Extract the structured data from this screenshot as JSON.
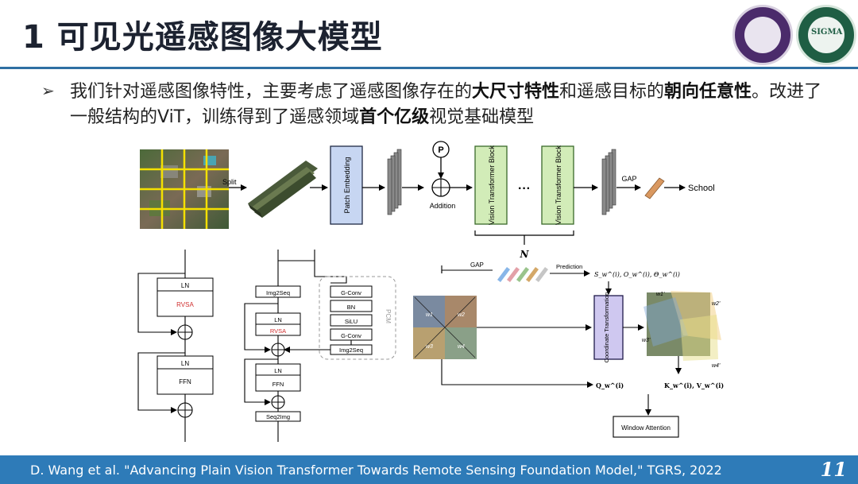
{
  "slide": {
    "title": "1 可见光遥感图像大模型",
    "bullet": "➢",
    "desc_parts": [
      "我们针对遥感图像特性，主要考虑了遥感图像存在的",
      "大尺寸特性",
      "和遥感目标的",
      "朝向任意性",
      "。改进了一般结构的ViT，训练得到了遥感领域",
      "首个亿级",
      "视觉基础模型"
    ],
    "logo2_text": "SIGMA",
    "citation": "D. Wang et al. \"Advancing Plain Vision Transformer Towards Remote Sensing Foundation Model,\" TGRS, 2022",
    "page_number": "11"
  },
  "diagram": {
    "split": "Split",
    "patch_embedding": "Patch Embedding",
    "p_token": "P",
    "addition": "Addition",
    "vit_block": "Vision Transformer Block",
    "ellipsis": "···",
    "gap": "GAP",
    "output_label": "School",
    "n_label": "N",
    "ln": "LN",
    "rvsa": "RVSA",
    "ffn": "FFN",
    "img2seq": "Img2Seq",
    "seq2img": "Seq2Img",
    "pcm": "PCM",
    "gconv": "G-Conv",
    "bn": "BN",
    "silu": "SiLU",
    "gap2": "GAP",
    "prediction": "Prediction",
    "pred_vars": "S_w^(i), O_w^(i), Θ_w^(i)",
    "coord_transform": "Coordinate Transformation",
    "q_label": "Q_w^(i)",
    "kv_label": "K_w^(i), V_w^(i)",
    "window_attention": "Window Attention",
    "window_labels": [
      "w1",
      "w2",
      "w3",
      "w4"
    ],
    "warped_labels": [
      "w1'",
      "w2'",
      "w3'",
      "w4'"
    ],
    "colors": {
      "vit_green": "#d2ecb8",
      "vit_border": "#3a6a2a",
      "patch_blue": "#c7d6f2",
      "coord_purple": "#cfc8f0",
      "rvsa_red": "#d03030",
      "footer_blue": "#2e7bb8"
    }
  }
}
